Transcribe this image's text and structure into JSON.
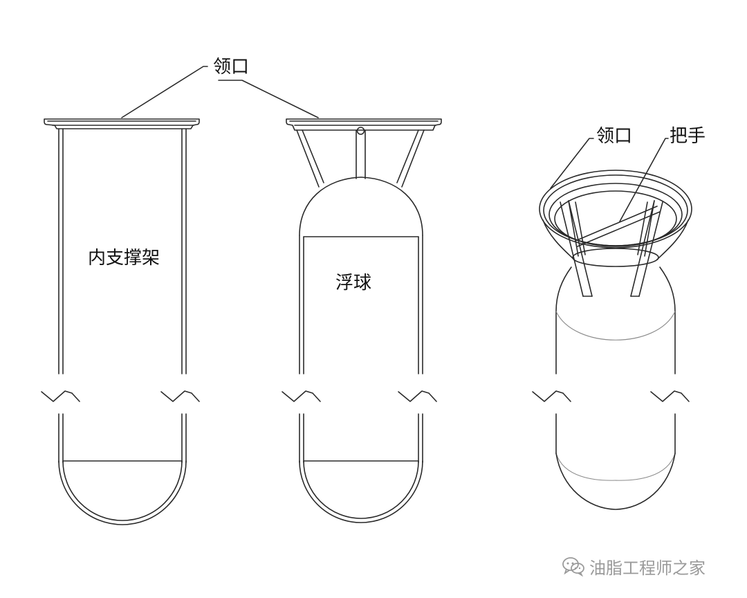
{
  "labels": {
    "neck_left": "领口",
    "inner_frame": "内支撑架",
    "float_ball": "浮球",
    "neck_right": "领口",
    "handle": "把手"
  },
  "watermark": {
    "icon": "wechat-icon",
    "text": "油脂工程师之家"
  },
  "colors": {
    "line": "#2a2a2a",
    "background": "#ffffff",
    "watermark": "#9a9a9a"
  }
}
